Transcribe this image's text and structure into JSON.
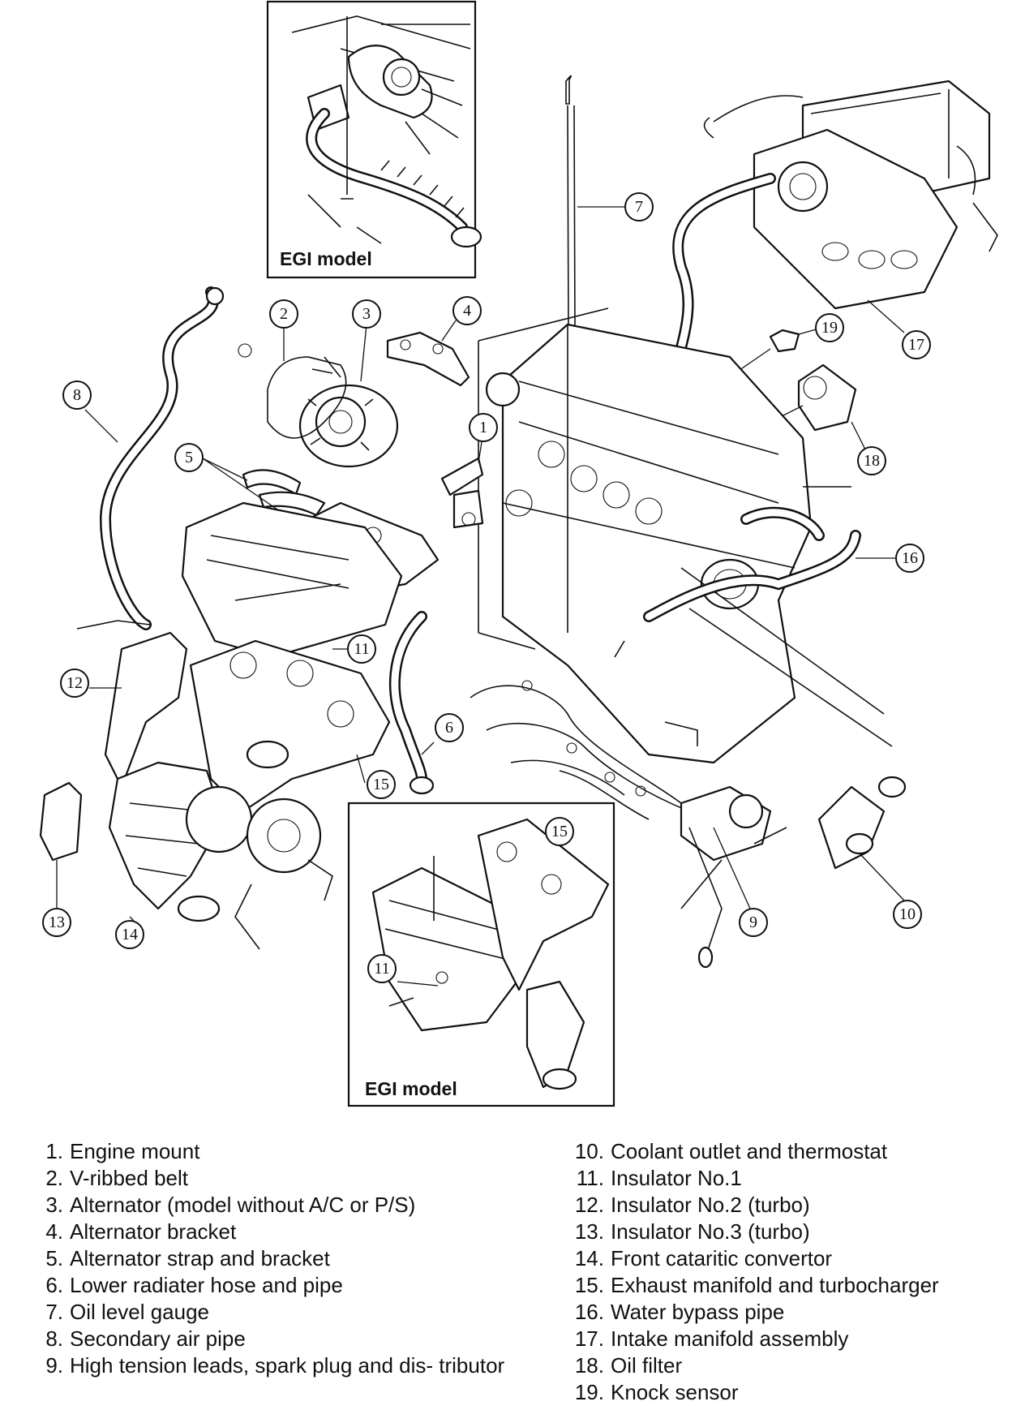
{
  "insets": [
    {
      "id": "top",
      "label": "EGI model"
    },
    {
      "id": "bottom",
      "label": "EGI model"
    }
  ],
  "callouts": [
    "1",
    "2",
    "3",
    "4",
    "5",
    "6",
    "7",
    "8",
    "9",
    "10",
    "11",
    "11",
    "12",
    "13",
    "14",
    "15",
    "15",
    "16",
    "17",
    "18",
    "19"
  ],
  "legend": [
    {
      "num": "1.",
      "text": "Engine mount"
    },
    {
      "num": "2.",
      "text": "V-ribbed belt"
    },
    {
      "num": "3.",
      "text": "Alternator (model without A/C or P/S)"
    },
    {
      "num": "4.",
      "text": "Alternator bracket"
    },
    {
      "num": "5.",
      "text": "Alternator strap and bracket"
    },
    {
      "num": "6.",
      "text": "Lower radiater hose and pipe"
    },
    {
      "num": "7.",
      "text": "Oil level gauge"
    },
    {
      "num": "8.",
      "text": "Secondary air pipe"
    },
    {
      "num": "9.",
      "text": "High tension leads, spark plug and dis- tributor"
    },
    {
      "num": "10.",
      "text": "Coolant outlet and thermostat"
    },
    {
      "num": "11.",
      "text": "Insulator No.1"
    },
    {
      "num": "12.",
      "text": "Insulator No.2 (turbo)"
    },
    {
      "num": "13.",
      "text": "Insulator No.3 (turbo)"
    },
    {
      "num": "14.",
      "text": "Front cataritic convertor"
    },
    {
      "num": "15.",
      "text": "Exhaust manifold and turbocharger"
    },
    {
      "num": "16.",
      "text": "Water bypass pipe"
    },
    {
      "num": "17.",
      "text": "Intake manifold assembly"
    },
    {
      "num": "18.",
      "text": "Oil filter"
    },
    {
      "num": "19.",
      "text": "Knock sensor"
    }
  ]
}
